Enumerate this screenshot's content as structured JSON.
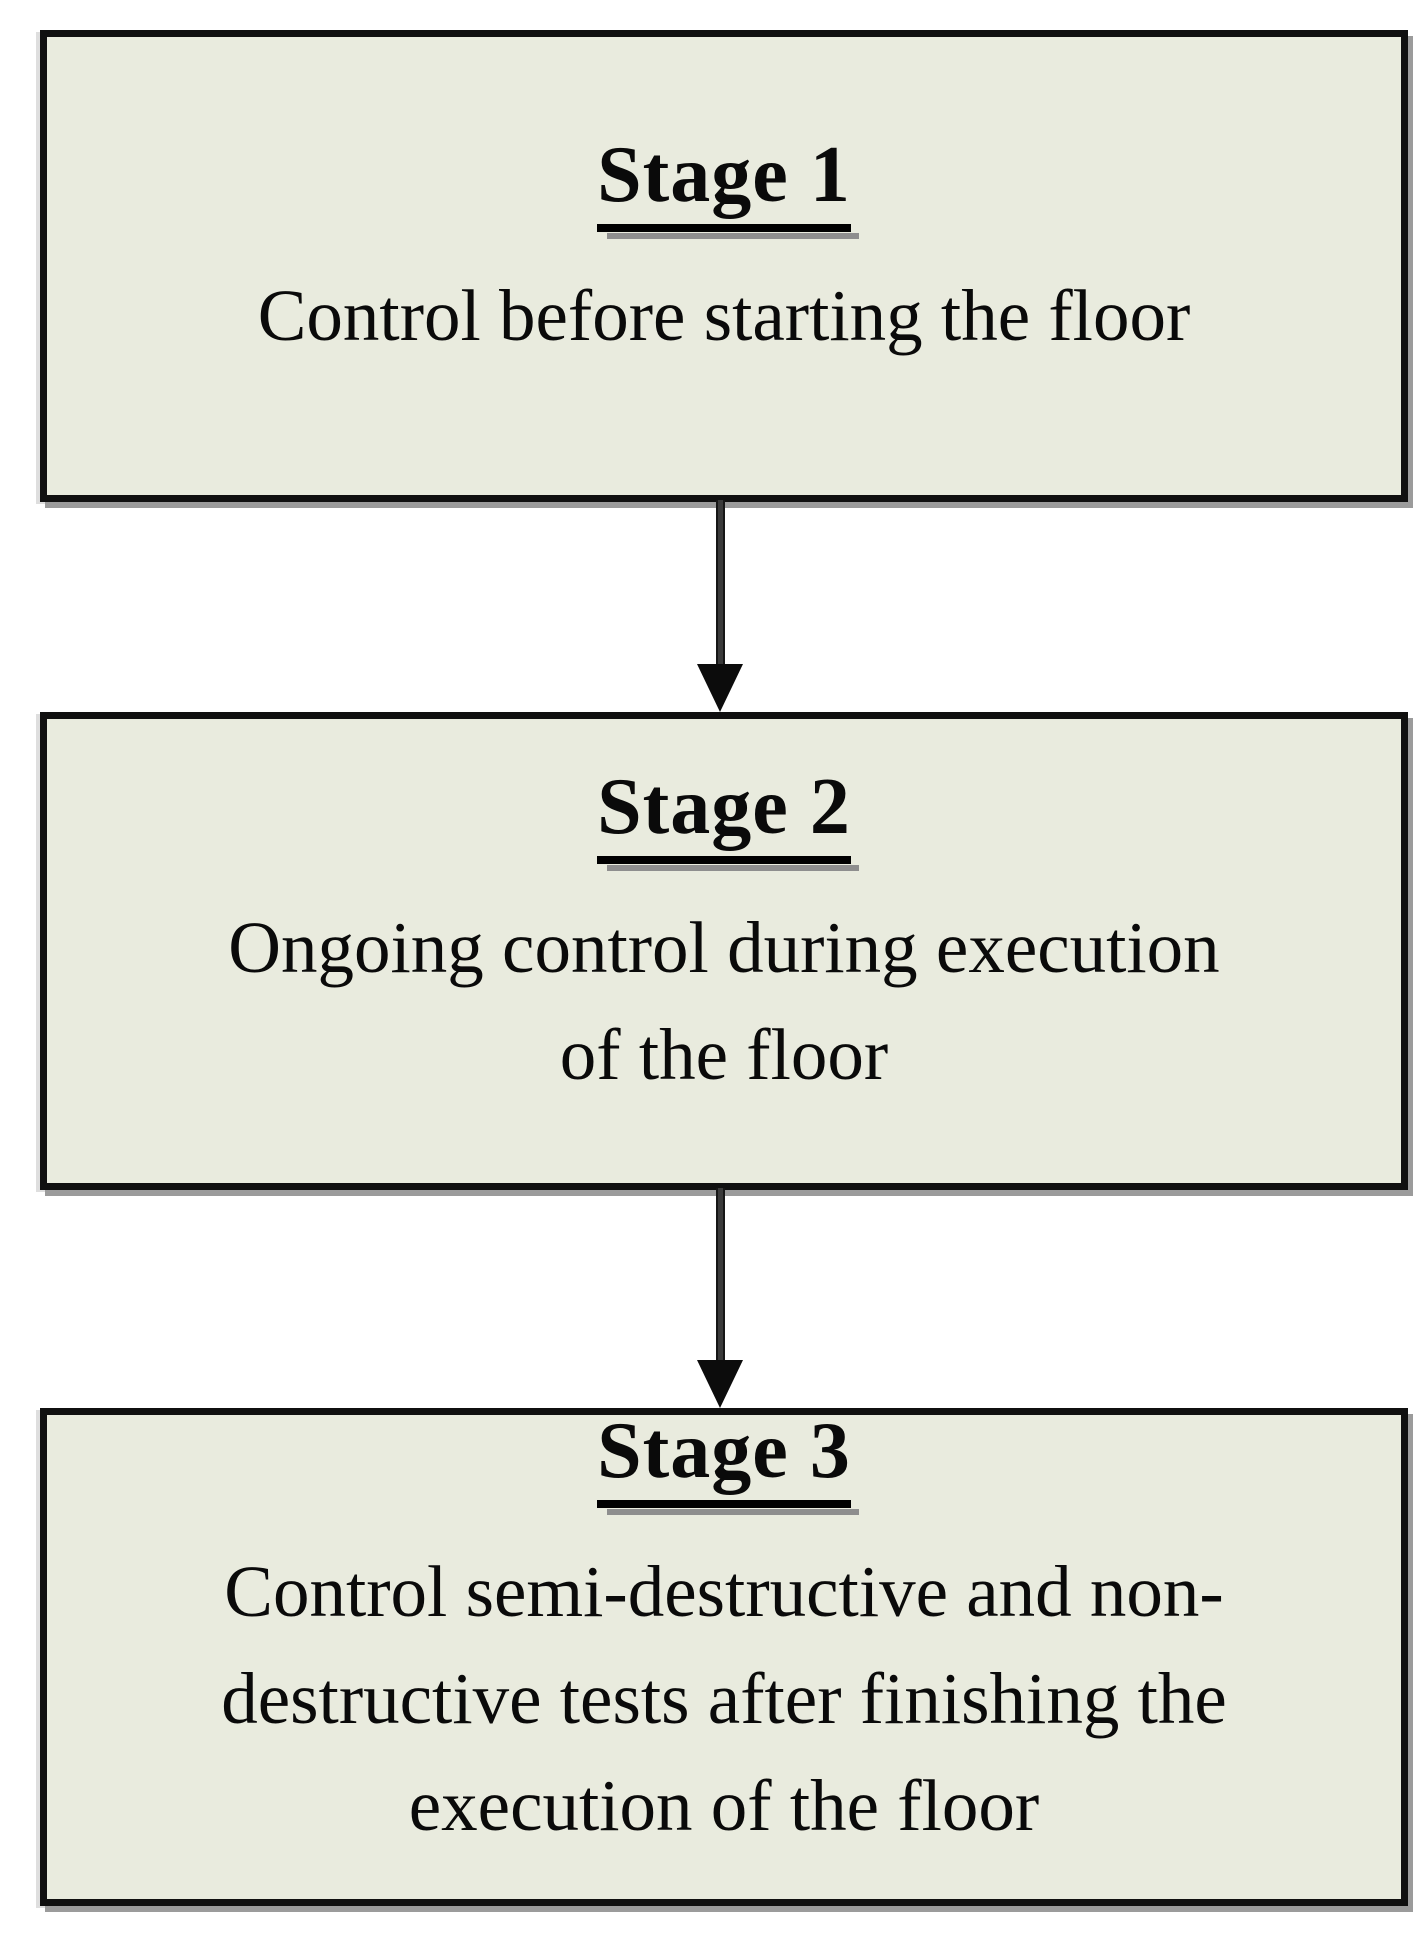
{
  "diagram": {
    "type": "flowchart",
    "direction": "top-down",
    "stages": [
      {
        "title": "Stage 1",
        "body": [
          "Control before starting the floor"
        ]
      },
      {
        "title": "Stage 2",
        "body": [
          "Ongoing control during execution",
          "of the floor"
        ]
      },
      {
        "title": "Stage 3",
        "body": [
          "Control semi-destructive and non-",
          "destructive tests after finishing the",
          "execution of the floor"
        ]
      }
    ],
    "connectors": [
      {
        "from": "Stage 1",
        "to": "Stage 2",
        "type": "arrow-down"
      },
      {
        "from": "Stage 2",
        "to": "Stage 3",
        "type": "arrow-down"
      }
    ],
    "colors": {
      "page_background": "#ffffff",
      "box_fill": "#e9ebde",
      "box_border": "#101010",
      "box_shadow": "#9b9b9b",
      "text": "#0a0a0a",
      "arrow_line": "#3a3a3a",
      "arrow_head": "#0c0c0c"
    }
  }
}
